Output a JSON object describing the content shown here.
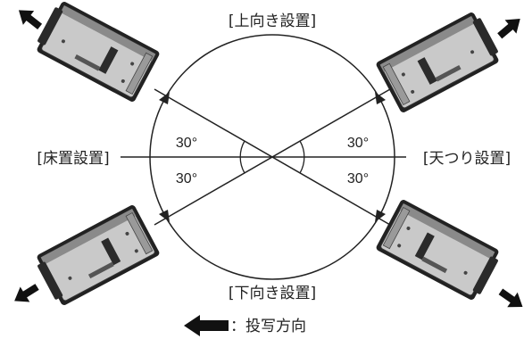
{
  "labels": {
    "top": "[上向き設置]",
    "bottom": "[下向き設置]",
    "left": "[床置設置]",
    "right": "[天つり設置]"
  },
  "angles": {
    "upper_left": "30°",
    "upper_right": "30°",
    "lower_left": "30°",
    "lower_right": "30°"
  },
  "legend": {
    "text": "：投写方向"
  },
  "colors": {
    "line": "#222222",
    "projector_body": "#c8c8c8",
    "projector_dark": "#333333",
    "arrow": "#111111"
  },
  "icons": [
    "projector-icon",
    "projection-direction-arrow-icon"
  ]
}
